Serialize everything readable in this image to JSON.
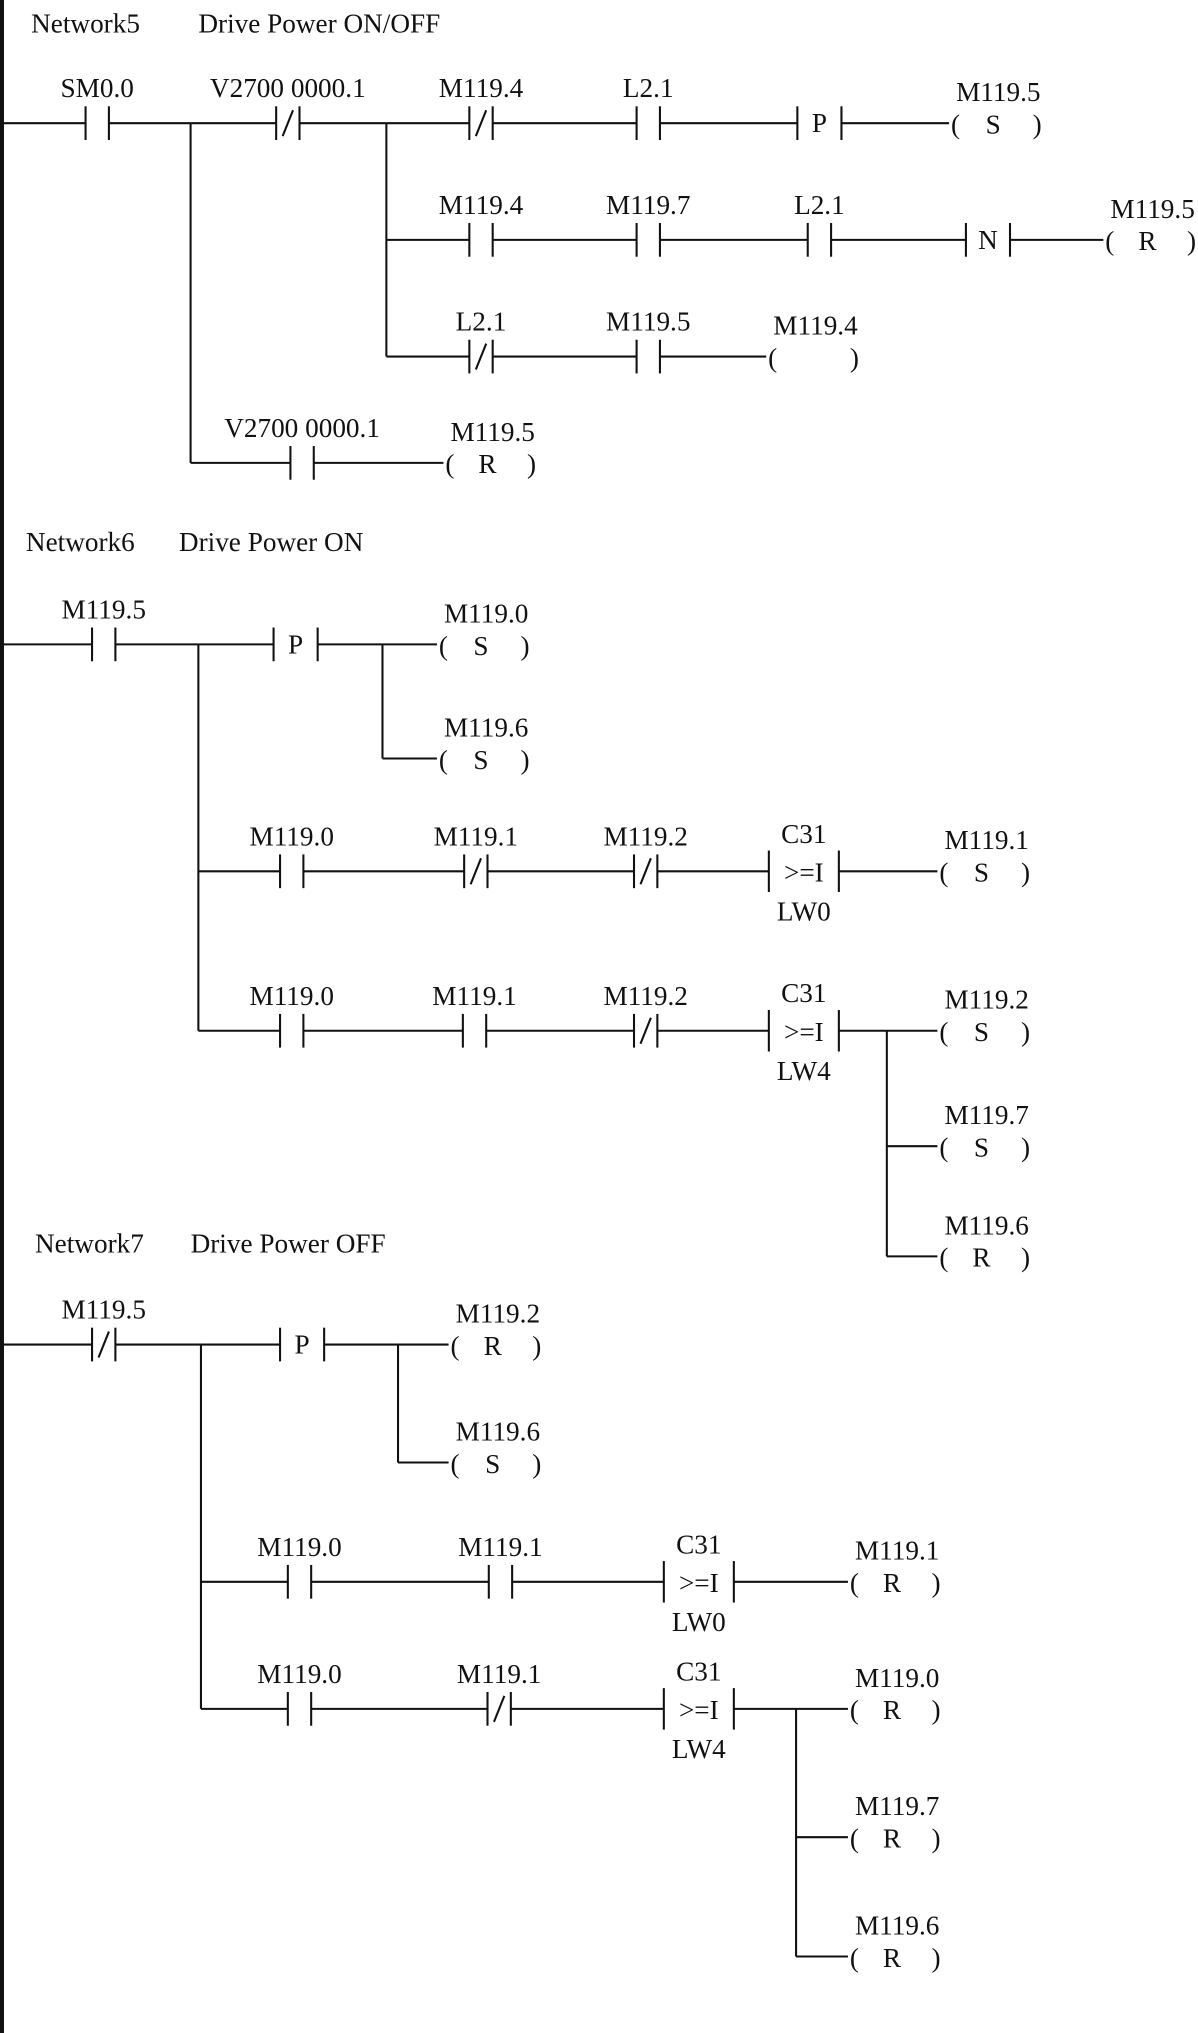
{
  "networks": [
    {
      "id": "Network5",
      "title": "Drive  Power ON/OFF",
      "elements": [
        {
          "kind": "contact",
          "type": "NO",
          "label": "SM0.0"
        },
        {
          "kind": "contact",
          "type": "NC",
          "label": "V2700  0000.1"
        },
        {
          "kind": "contact",
          "type": "NC",
          "label": "M119.4"
        },
        {
          "kind": "contact",
          "type": "NO",
          "label": "L2.1"
        },
        {
          "kind": "edge",
          "type": "P",
          "label": "P"
        },
        {
          "kind": "coil",
          "type": "S",
          "label": "M119.5",
          "symbol": "S"
        },
        {
          "kind": "contact",
          "type": "NO",
          "label": "M119.4"
        },
        {
          "kind": "contact",
          "type": "NO",
          "label": "M119.7"
        },
        {
          "kind": "contact",
          "type": "NO",
          "label": "L2.1"
        },
        {
          "kind": "edge",
          "type": "N",
          "label": "N"
        },
        {
          "kind": "coil",
          "type": "R",
          "label": "M119.5",
          "symbol": "R"
        },
        {
          "kind": "contact",
          "type": "NC",
          "label": "L2.1"
        },
        {
          "kind": "contact",
          "type": "NO",
          "label": "M119.5"
        },
        {
          "kind": "coil",
          "type": "plain",
          "label": "M119.4",
          "symbol": ""
        },
        {
          "kind": "contact",
          "type": "NO",
          "label": "V2700  0000.1"
        },
        {
          "kind": "coil",
          "type": "R",
          "label": "M119.5",
          "symbol": "R"
        }
      ]
    },
    {
      "id": "Network6",
      "title": "Drive Power ON",
      "elements": [
        {
          "kind": "contact",
          "type": "NO",
          "label": "M119.5"
        },
        {
          "kind": "edge",
          "type": "P",
          "label": "P"
        },
        {
          "kind": "coil",
          "type": "S",
          "label": "M119.0",
          "symbol": "S"
        },
        {
          "kind": "coil",
          "type": "S",
          "label": "M119.6",
          "symbol": "S"
        },
        {
          "kind": "contact",
          "type": "NO",
          "label": "M119.0"
        },
        {
          "kind": "contact",
          "type": "NC",
          "label": "M119.1"
        },
        {
          "kind": "contact",
          "type": "NC",
          "label": "M119.2"
        },
        {
          "kind": "compare",
          "op": ">=I",
          "in1": "C31",
          "in2": "LW0"
        },
        {
          "kind": "coil",
          "type": "S",
          "label": "M119.1",
          "symbol": "S"
        },
        {
          "kind": "contact",
          "type": "NO",
          "label": "M119.0"
        },
        {
          "kind": "contact",
          "type": "NO",
          "label": "M119.1"
        },
        {
          "kind": "contact",
          "type": "NC",
          "label": "M119.2"
        },
        {
          "kind": "compare",
          "op": ">=I",
          "in1": "C31",
          "in2": "LW4"
        },
        {
          "kind": "coil",
          "type": "S",
          "label": "M119.2",
          "symbol": "S"
        },
        {
          "kind": "coil",
          "type": "S",
          "label": "M119.7",
          "symbol": "S"
        },
        {
          "kind": "coil",
          "type": "R",
          "label": "M119.6",
          "symbol": "R"
        }
      ]
    },
    {
      "id": "Network7",
      "title": "Drive Power OFF",
      "elements": [
        {
          "kind": "contact",
          "type": "NC",
          "label": "M119.5"
        },
        {
          "kind": "edge",
          "type": "P",
          "label": "P"
        },
        {
          "kind": "coil",
          "type": "R",
          "label": "M119.2",
          "symbol": "R"
        },
        {
          "kind": "coil",
          "type": "S",
          "label": "M119.6",
          "symbol": "S"
        },
        {
          "kind": "contact",
          "type": "NO",
          "label": "M119.0"
        },
        {
          "kind": "contact",
          "type": "NO",
          "label": "M119.1"
        },
        {
          "kind": "compare",
          "op": ">=I",
          "in1": "C31",
          "in2": "LW0"
        },
        {
          "kind": "coil",
          "type": "R",
          "label": "M119.1",
          "symbol": "R"
        },
        {
          "kind": "contact",
          "type": "NO",
          "label": "M119.0"
        },
        {
          "kind": "contact",
          "type": "NC",
          "label": "M119.1"
        },
        {
          "kind": "compare",
          "op": ">=I",
          "in1": "C31",
          "in2": "LW4"
        },
        {
          "kind": "coil",
          "type": "R",
          "label": "M119.0",
          "symbol": "R"
        },
        {
          "kind": "coil",
          "type": "R",
          "label": "M119.7",
          "symbol": "R"
        },
        {
          "kind": "coil",
          "type": "R",
          "label": "M119.6",
          "symbol": "R"
        }
      ]
    }
  ]
}
